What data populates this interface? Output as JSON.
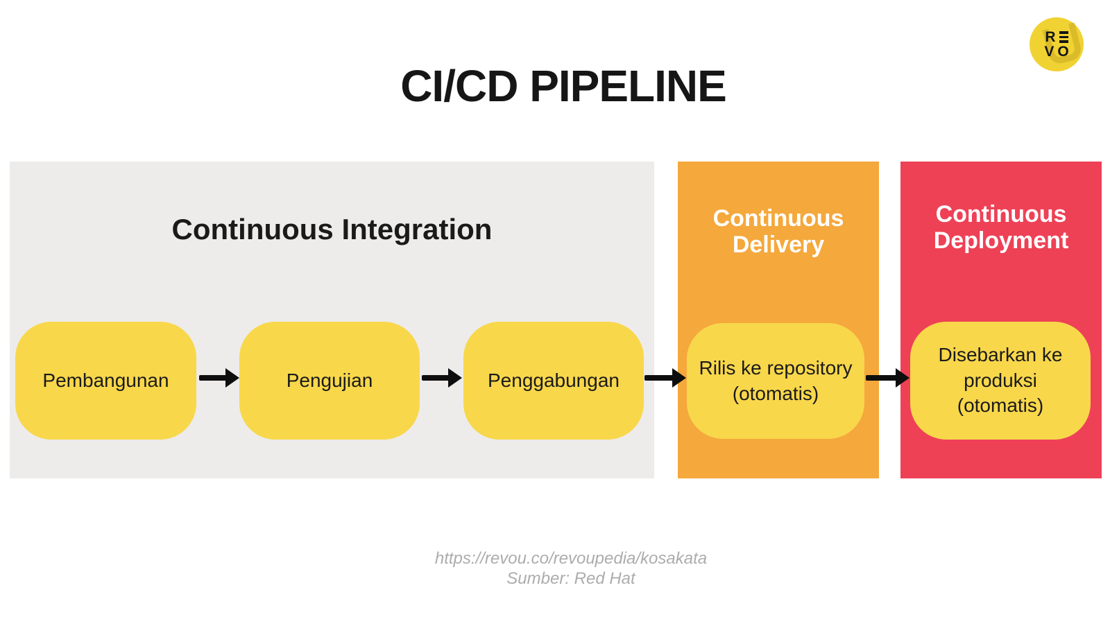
{
  "page": {
    "title": "CI/CD PIPELINE"
  },
  "logo": {
    "letter_r": "R",
    "letter_v": "V",
    "letter_o": "O"
  },
  "sections": {
    "integration": {
      "heading": "Continuous Integration",
      "bg_color": "#EDECEA",
      "steps": [
        "Pembangunan",
        "Pengujian",
        "Penggabungan"
      ]
    },
    "delivery": {
      "heading_lines": [
        "Continuous",
        "Delivery"
      ],
      "bg_color": "#F5A83C",
      "step_lines": [
        "Rilis ke repository",
        "(otomatis)"
      ]
    },
    "deployment": {
      "heading_lines": [
        "Continuous",
        "Deployment"
      ],
      "bg_color": "#EE4156",
      "step_lines": [
        "Disebarkan ke",
        "produksi",
        "(otomatis)"
      ]
    }
  },
  "colors": {
    "step_yellow": "#F8D74B",
    "logo_yellow": "#F1D233",
    "arrow_black": "#0E0E0E",
    "footer_gray": "#ACACAC"
  },
  "footer": {
    "url": "https://revou.co/revoupedia/kosakata",
    "source": "Sumber: Red Hat"
  }
}
